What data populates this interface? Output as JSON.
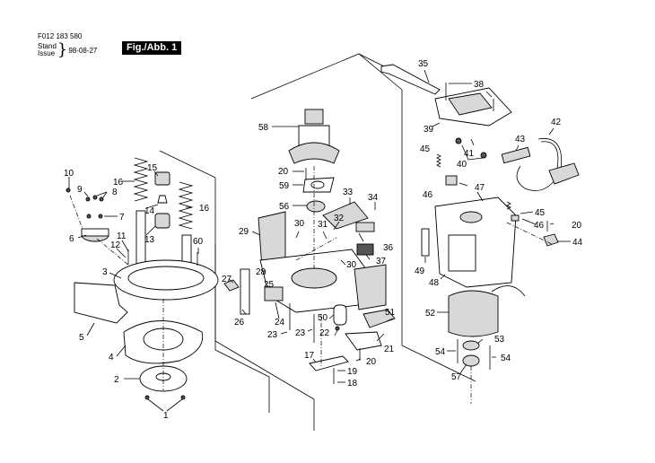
{
  "header": {
    "doc_number": "F012 183 580",
    "stand_label": "Stand",
    "issue_label": "Issue",
    "date": "98-08-27",
    "figure_label": "Fig./Abb. 1"
  },
  "diagram": {
    "type": "exploded-parts-view",
    "callouts": [
      {
        "id": "c1",
        "label": "1"
      },
      {
        "id": "c2",
        "label": "2"
      },
      {
        "id": "c3",
        "label": "3"
      },
      {
        "id": "c4",
        "label": "4"
      },
      {
        "id": "c5",
        "label": "5"
      },
      {
        "id": "c6",
        "label": "6"
      },
      {
        "id": "c7",
        "label": "7"
      },
      {
        "id": "c8",
        "label": "8"
      },
      {
        "id": "c9",
        "label": "9"
      },
      {
        "id": "c10",
        "label": "10"
      },
      {
        "id": "c11",
        "label": "11"
      },
      {
        "id": "c12",
        "label": "12"
      },
      {
        "id": "c13",
        "label": "13"
      },
      {
        "id": "c14",
        "label": "14"
      },
      {
        "id": "c15",
        "label": "15"
      },
      {
        "id": "c16a",
        "label": "16"
      },
      {
        "id": "c16b",
        "label": "16"
      },
      {
        "id": "c17",
        "label": "17"
      },
      {
        "id": "c18",
        "label": "18"
      },
      {
        "id": "c19",
        "label": "19"
      },
      {
        "id": "c20a",
        "label": "20"
      },
      {
        "id": "c20b",
        "label": "20"
      },
      {
        "id": "c20c",
        "label": "20"
      },
      {
        "id": "c21",
        "label": "21"
      },
      {
        "id": "c22",
        "label": "22"
      },
      {
        "id": "c23a",
        "label": "23"
      },
      {
        "id": "c23b",
        "label": "23"
      },
      {
        "id": "c24",
        "label": "24"
      },
      {
        "id": "c25",
        "label": "25"
      },
      {
        "id": "c26",
        "label": "26"
      },
      {
        "id": "c27",
        "label": "27"
      },
      {
        "id": "c28",
        "label": "28"
      },
      {
        "id": "c29",
        "label": "29"
      },
      {
        "id": "c30a",
        "label": "30"
      },
      {
        "id": "c30b",
        "label": "30"
      },
      {
        "id": "c31",
        "label": "31"
      },
      {
        "id": "c32",
        "label": "32"
      },
      {
        "id": "c33",
        "label": "33"
      },
      {
        "id": "c34",
        "label": "34"
      },
      {
        "id": "c35",
        "label": "35"
      },
      {
        "id": "c36",
        "label": "36"
      },
      {
        "id": "c37",
        "label": "37"
      },
      {
        "id": "c38",
        "label": "38"
      },
      {
        "id": "c39",
        "label": "39"
      },
      {
        "id": "c40",
        "label": "40"
      },
      {
        "id": "c41",
        "label": "41"
      },
      {
        "id": "c42",
        "label": "42"
      },
      {
        "id": "c43",
        "label": "43"
      },
      {
        "id": "c44",
        "label": "44"
      },
      {
        "id": "c45a",
        "label": "45"
      },
      {
        "id": "c45b",
        "label": "45"
      },
      {
        "id": "c46a",
        "label": "46"
      },
      {
        "id": "c46b",
        "label": "46"
      },
      {
        "id": "c47",
        "label": "47"
      },
      {
        "id": "c48",
        "label": "48"
      },
      {
        "id": "c49",
        "label": "49"
      },
      {
        "id": "c50",
        "label": "50"
      },
      {
        "id": "c51",
        "label": "51"
      },
      {
        "id": "c52",
        "label": "52"
      },
      {
        "id": "c53",
        "label": "53"
      },
      {
        "id": "c54a",
        "label": "54"
      },
      {
        "id": "c54b",
        "label": "54"
      },
      {
        "id": "c56",
        "label": "56"
      },
      {
        "id": "c57",
        "label": "57"
      },
      {
        "id": "c58",
        "label": "58"
      },
      {
        "id": "c59",
        "label": "59"
      },
      {
        "id": "c60",
        "label": "60"
      }
    ]
  }
}
